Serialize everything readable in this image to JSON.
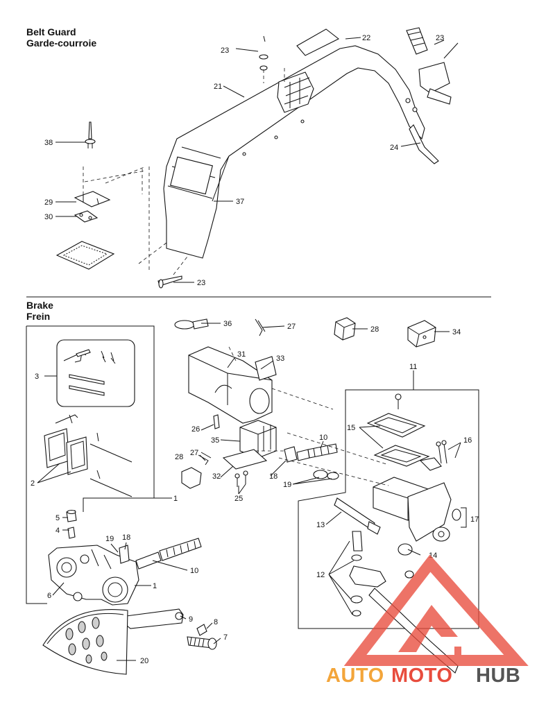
{
  "sections": {
    "belt_guard": {
      "title_en": "Belt Guard",
      "title_fr": "Garde-courroie"
    },
    "brake": {
      "title_en": "Brake",
      "title_fr": "Frein"
    }
  },
  "callouts": {
    "bg": {
      "c22": "22",
      "c23a": "23",
      "c23b": "23",
      "c23c": "23",
      "c21": "21",
      "c24": "24",
      "c38": "38",
      "c29": "29",
      "c30": "30",
      "c37": "37"
    },
    "br": {
      "c36": "36",
      "c27a": "27",
      "c28a": "28",
      "c34": "34",
      "c31": "31",
      "c33": "33",
      "c11": "11",
      "c3": "3",
      "c26": "26",
      "c35": "35",
      "c10a": "10",
      "c15": "15",
      "c16": "16",
      "c28b": "28",
      "c27b": "27",
      "c32": "32",
      "c18a": "18",
      "c19a": "19",
      "c25": "25",
      "c2": "2",
      "c1a": "1",
      "c5": "5",
      "c4": "4",
      "c19b": "19",
      "c18b": "18",
      "c13": "13",
      "c17": "17",
      "c14": "14",
      "c10b": "10",
      "c12": "12",
      "c1b": "1",
      "c6": "6",
      "c9": "9",
      "c8": "8",
      "c7": "7",
      "c20": "20"
    }
  },
  "watermark": {
    "part1": "AUTO",
    "part2": "MOTO",
    "part3": "HUB",
    "colors": {
      "accent": "#e84c3d",
      "accent_light": "#f3a53a",
      "dark": "#555555"
    }
  }
}
